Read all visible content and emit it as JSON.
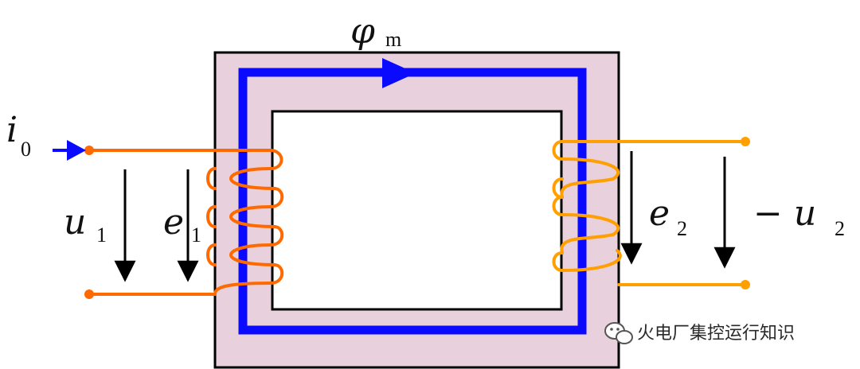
{
  "colors": {
    "core_fill": "#e8d0dc",
    "flux_path": "#0a0aff",
    "primary_winding": "#ff6a00",
    "secondary_winding": "#ffa000",
    "voltage_arrows": "#000000"
  },
  "labels": {
    "flux": {
      "symbol": "φ",
      "subscript": "m"
    },
    "current": {
      "symbol": "i",
      "subscript": "0"
    },
    "u1": {
      "symbol": "u",
      "subscript": "1"
    },
    "e1": {
      "symbol": "e",
      "subscript": "1"
    },
    "e2": {
      "symbol": "e",
      "subscript": "2"
    },
    "u2": {
      "symbol": "− u",
      "subscript": "2"
    }
  },
  "watermark": {
    "icon": "wechat-icon",
    "text": "火电厂集控运行知识"
  }
}
